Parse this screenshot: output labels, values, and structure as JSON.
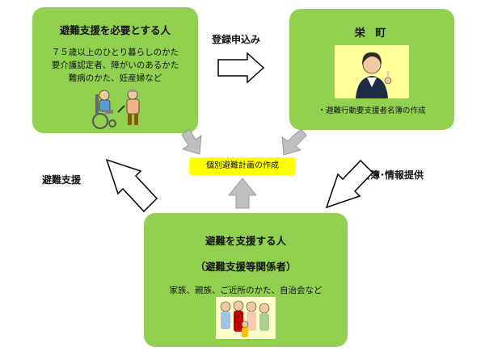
{
  "needs_support": {
    "title": "避難支援を必要とする人",
    "lines": [
      "７５歳以上のひとり暮らしのかた",
      "要介護認定者、障がいのあるかた",
      "難病のかた、妊産婦など"
    ]
  },
  "city": {
    "title": "栄 町",
    "caption": "・避難行動要支援者名簿の作成"
  },
  "supporters": {
    "title": "避難を支援する人",
    "subtitle": "（避難支援等関係者）",
    "body": "家族、親族、ご近所のかた、自治会など"
  },
  "center": {
    "label": "個別避難計画の作成"
  },
  "arrows": {
    "register": "登録申込み",
    "evacuation_support": "避難支援",
    "roster_provision": "名簿･情報提供"
  },
  "colors": {
    "box_fill": "#92d050",
    "center_fill": "#ffff00",
    "connector": "#bfbfbf"
  }
}
